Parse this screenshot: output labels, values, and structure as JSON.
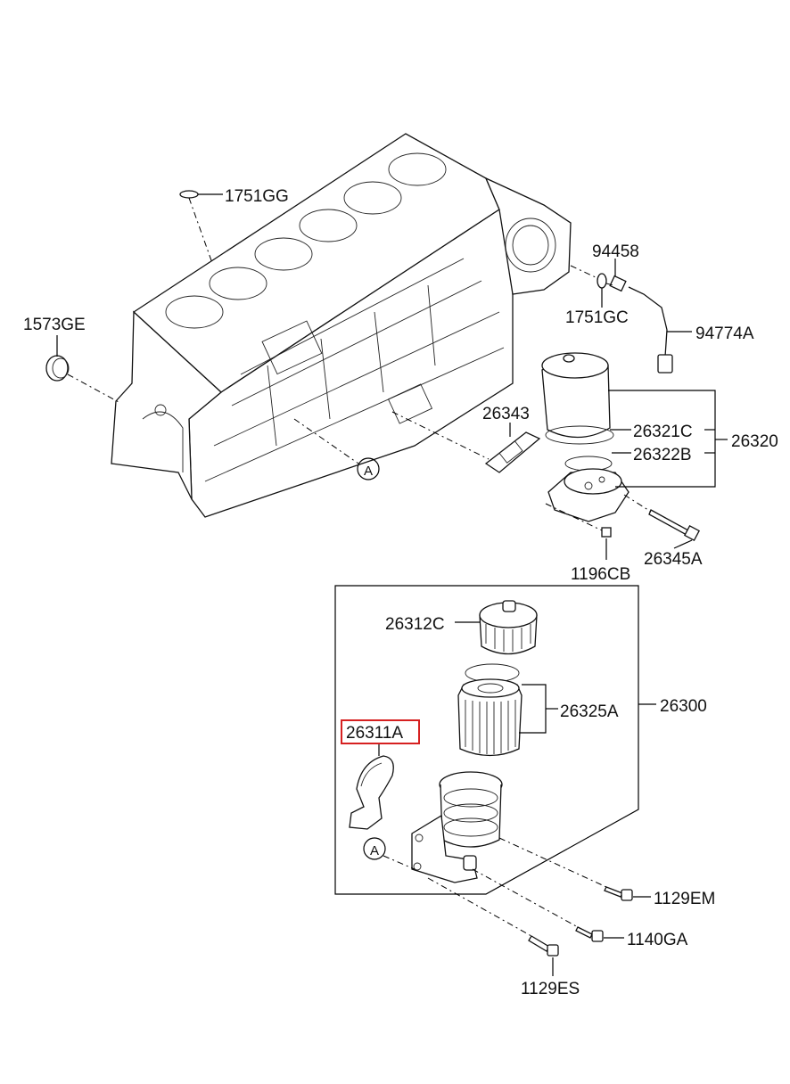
{
  "diagram": {
    "labels": {
      "p1751GG": "1751GG",
      "p1573GE": "1573GE",
      "p94458": "94458",
      "p1751GC": "1751GC",
      "p94774A": "94774A",
      "p26343": "26343",
      "p26321C": "26321C",
      "p26322B": "26322B",
      "p26320": "26320",
      "p1196CB": "1196CB",
      "p26345A": "26345A",
      "p26312C": "26312C",
      "p26325A": "26325A",
      "p26300": "26300",
      "p26311A": "26311A",
      "p1129EM": "1129EM",
      "p1140GA": "1140GA",
      "p1129ES": "1129ES"
    },
    "ref_marks": {
      "upper": "A",
      "lower": "A"
    },
    "highlight_color": "#d62020"
  }
}
